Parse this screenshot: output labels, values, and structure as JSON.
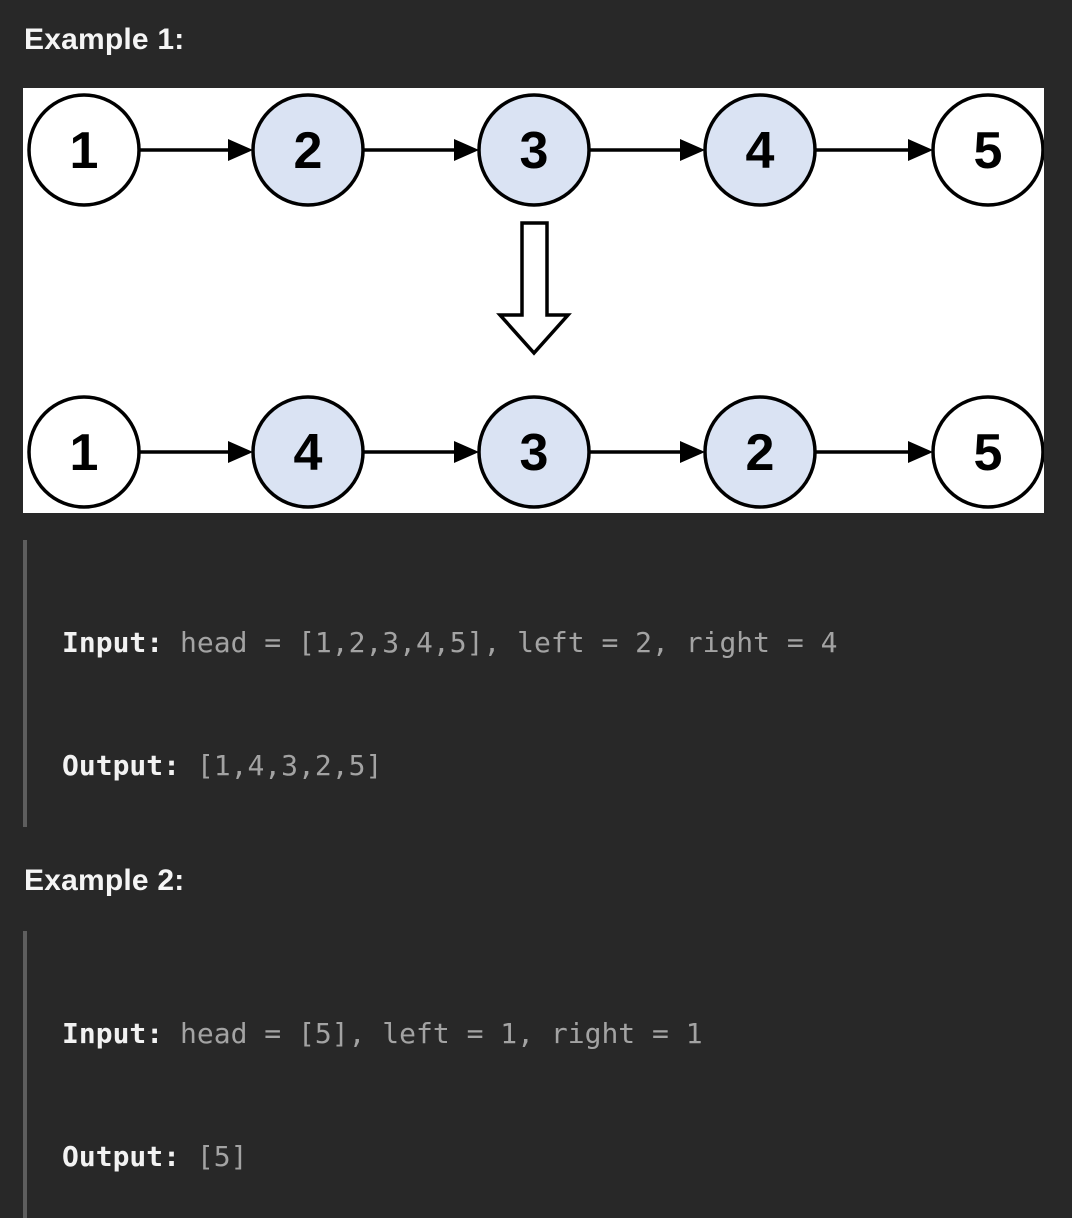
{
  "colors": {
    "page_bg": "#282828",
    "heading_text": "#f5f5f5",
    "code_label": "#f2f2f2",
    "code_value": "#a3a3a3",
    "code_border": "#5e5e5e",
    "diagram_bg": "#ffffff",
    "node_stroke": "#000000",
    "node_fill": "#ffffff",
    "node_fill_highlight": "#dae3f3",
    "node_text": "#000000",
    "arrow_color": "#000000",
    "transform_arrow_fill": "#ffffff"
  },
  "example1": {
    "heading": "Example 1:",
    "diagram": {
      "description": "Linked list 1->2->3->4->5 with nodes 2,3,4 highlighted, transformed (down arrow) into 1->4->3->2->5 with nodes 4,3,2 highlighted",
      "top_list": [
        {
          "value": "1",
          "highlight": false
        },
        {
          "value": "2",
          "highlight": true
        },
        {
          "value": "3",
          "highlight": true
        },
        {
          "value": "4",
          "highlight": true
        },
        {
          "value": "5",
          "highlight": false
        }
      ],
      "bottom_list": [
        {
          "value": "1",
          "highlight": false
        },
        {
          "value": "4",
          "highlight": true
        },
        {
          "value": "3",
          "highlight": true
        },
        {
          "value": "2",
          "highlight": true
        },
        {
          "value": "5",
          "highlight": false
        }
      ]
    },
    "io": {
      "input_label": "Input:",
      "input_value": "head = [1,2,3,4,5], left = 2, right = 4",
      "output_label": "Output:",
      "output_value": "[1,4,3,2,5]"
    }
  },
  "example2": {
    "heading": "Example 2:",
    "io": {
      "input_label": "Input:",
      "input_value": "head = [5], left = 1, right = 1",
      "output_label": "Output:",
      "output_value": "[5]"
    }
  }
}
